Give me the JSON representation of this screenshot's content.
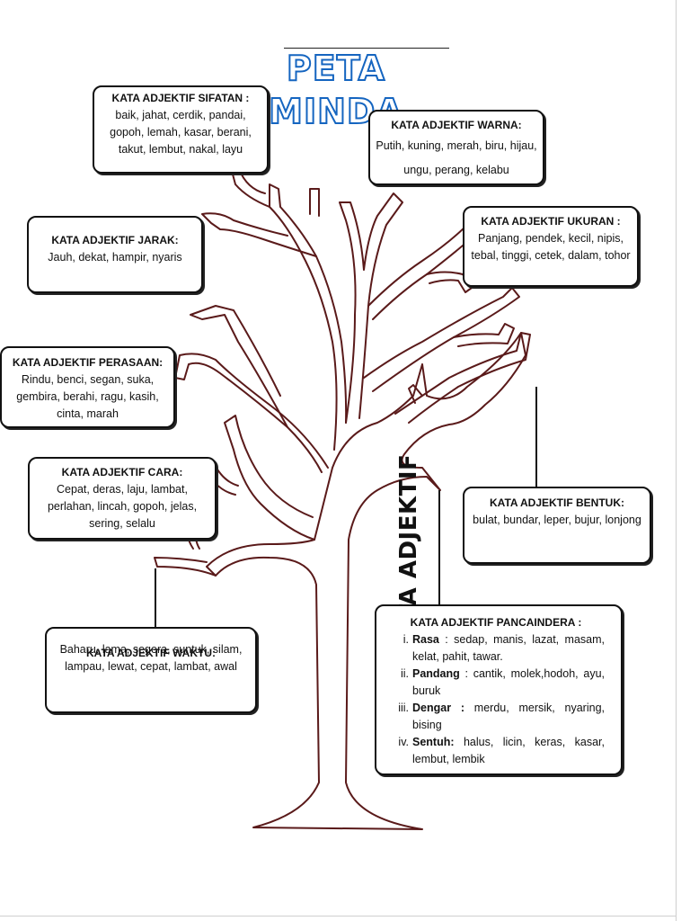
{
  "title": "PETA MINDA",
  "center_label": "JENIS KA TA ADJEKTIF",
  "colors": {
    "title_outline": "#1565c0",
    "tree_outline": "#5a1a1a",
    "box_border": "#111111"
  },
  "boxes": {
    "sifatan": {
      "heading": "KATA ADJEKTIF SIFATAN :",
      "body": "baik, jahat, cerdik, pandai, gopoh, lemah, kasar, berani, takut, lembut, nakal, layu"
    },
    "warna": {
      "heading": "KATA ADJEKTIF WARNA:",
      "body": "Putih, kuning, merah, biru, hijau, ungu, perang, kelabu"
    },
    "jarak": {
      "heading": "KATA ADJEKTIF JARAK:",
      "body": "Jauh, dekat, hampir, nyaris"
    },
    "ukuran": {
      "heading": "KATA ADJEKTIF UKURAN :",
      "body": "Panjang, pendek, kecil, nipis, tebal, tinggi, cetek, dalam, tohor"
    },
    "perasaan": {
      "heading": "KATA ADJEKTIF PERASAAN:",
      "body": "Rindu, benci, segan, suka, gembira, berahi, ragu, kasih, cinta, marah"
    },
    "cara": {
      "heading": "KATA ADJEKTIF CARA:",
      "body": "Cepat, deras, laju, lambat, perlahan, lincah, gopoh, jelas, sering, selalu"
    },
    "bentuk": {
      "heading": "KATA ADJEKTIF BENTUK:",
      "body": "bulat, bundar, leper, bujur, lonjong"
    },
    "waktu": {
      "heading": "KATA ADJEKTIF WAKTU:",
      "body": "Baharu, lama, segera, suntuk, silam, lampau, lewat, cepat, lambat, awal"
    },
    "pancaindera": {
      "heading": "KATA ADJEKTIF PANCAINDERA :",
      "items": [
        {
          "num": "i.",
          "term": "Rasa",
          "text": " : sedap, manis, lazat, masam, kelat, pahit, tawar."
        },
        {
          "num": "ii.",
          "term": "Pandang",
          "text": " : cantik, molek,hodoh, ayu, buruk"
        },
        {
          "num": "iii.",
          "term": "Dengar :",
          "text": " merdu, mersik, nyaring, bising"
        },
        {
          "num": "iv.",
          "term": "Sentuh:",
          "text": " halus, licin, keras, kasar, lembut, lembik"
        }
      ]
    }
  }
}
